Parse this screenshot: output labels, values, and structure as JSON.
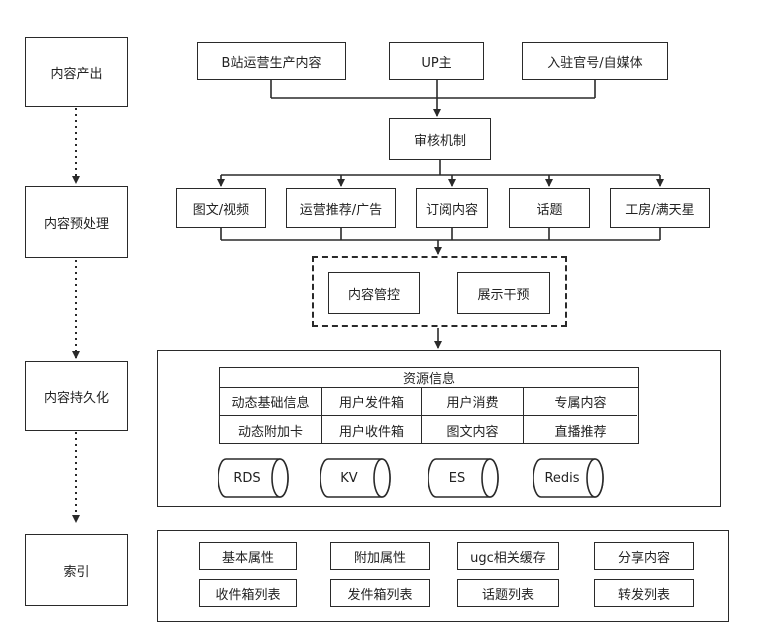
{
  "stages": [
    {
      "label": "内容产出"
    },
    {
      "label": "内容预处理"
    },
    {
      "label": "内容持久化"
    },
    {
      "label": "索引"
    }
  ],
  "sources": [
    {
      "label": "B站运营生产内容"
    },
    {
      "label": "UP主"
    },
    {
      "label": "入驻官号/自媒体"
    }
  ],
  "review": {
    "label": "审核机制"
  },
  "categories": [
    {
      "label": "图文/视频"
    },
    {
      "label": "运营推荐/广告"
    },
    {
      "label": "订阅内容"
    },
    {
      "label": "话题"
    },
    {
      "label": "工房/满天星"
    }
  ],
  "control": [
    {
      "label": "内容管控"
    },
    {
      "label": "展示干预"
    }
  ],
  "resource_table": {
    "title": "资源信息",
    "rows": [
      [
        "动态基础信息",
        "用户发件箱",
        "用户消费",
        "专属内容"
      ],
      [
        "动态附加卡",
        "用户收件箱",
        "图文内容",
        "直播推荐"
      ]
    ]
  },
  "storage": [
    {
      "label": "RDS"
    },
    {
      "label": "KV"
    },
    {
      "label": "ES"
    },
    {
      "label": "Redis"
    }
  ],
  "index": {
    "rows": [
      [
        {
          "label": "基本属性"
        },
        {
          "label": "附加属性"
        },
        {
          "label": "ugc相关缓存"
        },
        {
          "label": "分享内容"
        }
      ],
      [
        {
          "label": "收件箱列表"
        },
        {
          "label": "发件箱列表"
        },
        {
          "label": "话题列表"
        },
        {
          "label": "转发列表"
        }
      ]
    ]
  }
}
